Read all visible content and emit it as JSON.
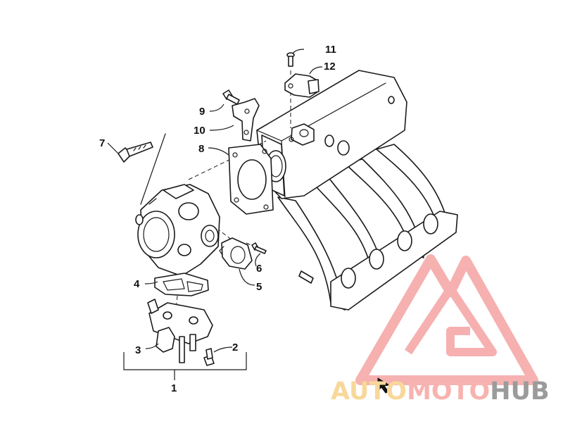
{
  "callouts": {
    "c1": "1",
    "c2": "2",
    "c3": "3",
    "c4": "4",
    "c5": "5",
    "c6": "6",
    "c7": "7",
    "c8": "8",
    "c9": "9",
    "c10": "10",
    "c11": "11",
    "c12": "12"
  },
  "watermark": {
    "part1": "AUTO",
    "part2": "MOTO",
    "part3": "HUB",
    "colors": {
      "auto": "#f8d89a",
      "moto": "#f7b3b0",
      "hub": "#9b9b9b",
      "logo": "#f5a3a3"
    }
  }
}
